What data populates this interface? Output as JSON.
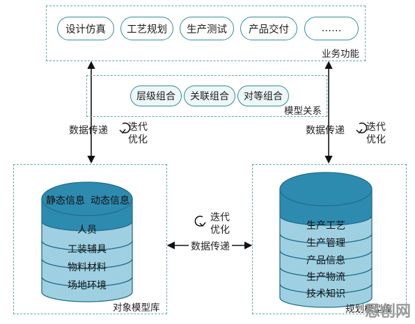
{
  "business": {
    "label": "业务功能",
    "items": [
      "设计仿真",
      "工艺规划",
      "生产测试",
      "产品交付",
      "……"
    ]
  },
  "model_relations": {
    "label": "模型关系",
    "items": [
      "层级组合",
      "关联组合",
      "对等组合"
    ]
  },
  "flows": {
    "left": {
      "transfer": "数据传递",
      "iterate_line1": "迭代",
      "iterate_line2": "优化"
    },
    "right": {
      "transfer": "数据传递",
      "iterate_line1": "迭代",
      "iterate_line2": "优化"
    },
    "middle": {
      "transfer": "数据传递",
      "iterate_line1": "迭代",
      "iterate_line2": "优化"
    }
  },
  "object_model_library": {
    "label": "对象模型库",
    "top_left": "静态信息",
    "top_right": "动态信息",
    "layers": [
      "人员",
      "工装辅具",
      "物料材料",
      "场地环境"
    ]
  },
  "planning_library": {
    "label": "规划模型库",
    "layers": [
      "生产工艺",
      "生产管理",
      "产品信息",
      "生产物流",
      "技术知识"
    ]
  },
  "watermark": "恩创网",
  "colors": {
    "border": "#5aa7a8",
    "pill_border": "#2f8e96",
    "cylinder_top": "#2e8bb0",
    "cylinder_body": "#9fd0e2",
    "cylinder_stroke": "#1f6f8b"
  }
}
